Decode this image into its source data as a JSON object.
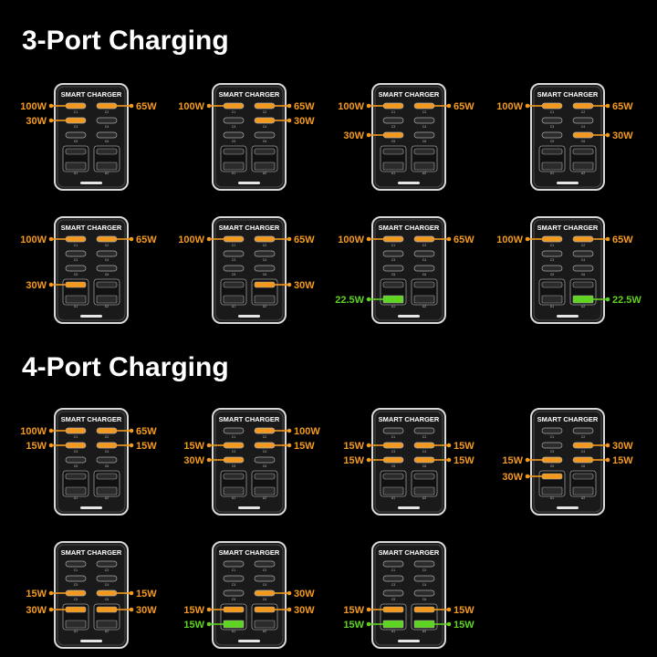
{
  "sections": [
    {
      "title": "3-Port Charging"
    },
    {
      "title": "4-Port Charging"
    }
  ],
  "device_label": "SMART CHARGER",
  "colors": {
    "background": "#000000",
    "title": "#ffffff",
    "usb_c": "#f39a1e",
    "usb_a": "#5fd321",
    "device_body": "#1a1a1a",
    "device_outline": "#d8d8d8"
  },
  "ports": [
    "C1",
    "C2",
    "C3",
    "C4",
    "C5",
    "C6",
    "A1",
    "A2"
  ],
  "configurations": [
    {
      "section": 0,
      "active": [
        {
          "port": "C1",
          "watts": "100W",
          "side": "left"
        },
        {
          "port": "C2",
          "watts": "65W",
          "side": "right"
        },
        {
          "port": "C3",
          "watts": "30W",
          "side": "left"
        }
      ]
    },
    {
      "section": 0,
      "active": [
        {
          "port": "C1",
          "watts": "100W",
          "side": "left"
        },
        {
          "port": "C2",
          "watts": "65W",
          "side": "right"
        },
        {
          "port": "C4",
          "watts": "30W",
          "side": "right"
        }
      ]
    },
    {
      "section": 0,
      "active": [
        {
          "port": "C1",
          "watts": "100W",
          "side": "left"
        },
        {
          "port": "C2",
          "watts": "65W",
          "side": "right"
        },
        {
          "port": "C5",
          "watts": "30W",
          "side": "left"
        }
      ]
    },
    {
      "section": 0,
      "active": [
        {
          "port": "C1",
          "watts": "100W",
          "side": "left"
        },
        {
          "port": "C2",
          "watts": "65W",
          "side": "right"
        },
        {
          "port": "C6",
          "watts": "30W",
          "side": "right"
        }
      ]
    },
    {
      "section": 0,
      "active": [
        {
          "port": "C1",
          "watts": "100W",
          "side": "left"
        },
        {
          "port": "C2",
          "watts": "65W",
          "side": "right"
        },
        {
          "port": "A1U",
          "watts": "30W",
          "side": "left"
        }
      ]
    },
    {
      "section": 0,
      "active": [
        {
          "port": "C1",
          "watts": "100W",
          "side": "left"
        },
        {
          "port": "C2",
          "watts": "65W",
          "side": "right"
        },
        {
          "port": "A2U",
          "watts": "30W",
          "side": "right"
        }
      ]
    },
    {
      "section": 0,
      "active": [
        {
          "port": "C1",
          "watts": "100W",
          "side": "left"
        },
        {
          "port": "C2",
          "watts": "65W",
          "side": "right"
        },
        {
          "port": "A1",
          "watts": "22.5W",
          "side": "left"
        }
      ]
    },
    {
      "section": 0,
      "active": [
        {
          "port": "C1",
          "watts": "100W",
          "side": "left"
        },
        {
          "port": "C2",
          "watts": "65W",
          "side": "right"
        },
        {
          "port": "A2",
          "watts": "22.5W",
          "side": "right"
        }
      ]
    },
    {
      "section": 1,
      "active": [
        {
          "port": "C1",
          "watts": "100W",
          "side": "left"
        },
        {
          "port": "C2",
          "watts": "65W",
          "side": "right"
        },
        {
          "port": "C3",
          "watts": "15W",
          "side": "left"
        },
        {
          "port": "C4",
          "watts": "15W",
          "side": "right"
        }
      ]
    },
    {
      "section": 1,
      "active": [
        {
          "port": "C2",
          "watts": "100W",
          "side": "right"
        },
        {
          "port": "C3",
          "watts": "15W",
          "side": "left"
        },
        {
          "port": "C4",
          "watts": "15W",
          "side": "right"
        },
        {
          "port": "C5",
          "watts": "30W",
          "side": "left"
        }
      ]
    },
    {
      "section": 1,
      "active": [
        {
          "port": "C3",
          "watts": "15W",
          "side": "left"
        },
        {
          "port": "C4",
          "watts": "15W",
          "side": "right"
        },
        {
          "port": "C5",
          "watts": "15W",
          "side": "left"
        },
        {
          "port": "C6",
          "watts": "15W",
          "side": "right"
        }
      ]
    },
    {
      "section": 1,
      "active": [
        {
          "port": "C4",
          "watts": "30W",
          "side": "right"
        },
        {
          "port": "C5",
          "watts": "15W",
          "side": "left"
        },
        {
          "port": "C6",
          "watts": "15W",
          "side": "right"
        },
        {
          "port": "A1U",
          "watts": "30W",
          "side": "left"
        }
      ]
    },
    {
      "section": 1,
      "active": [
        {
          "port": "C5",
          "watts": "15W",
          "side": "left"
        },
        {
          "port": "C6",
          "watts": "15W",
          "side": "right"
        },
        {
          "port": "A1U",
          "watts": "30W",
          "side": "left"
        },
        {
          "port": "A2U",
          "watts": "30W",
          "side": "right"
        }
      ]
    },
    {
      "section": 1,
      "active": [
        {
          "port": "C6",
          "watts": "30W",
          "side": "right"
        },
        {
          "port": "A1U",
          "watts": "15W",
          "side": "left"
        },
        {
          "port": "A2U",
          "watts": "30W",
          "side": "right"
        },
        {
          "port": "A1",
          "watts": "15W",
          "side": "left"
        }
      ]
    },
    {
      "section": 1,
      "active": [
        {
          "port": "A1U",
          "watts": "15W",
          "side": "left"
        },
        {
          "port": "A2U",
          "watts": "15W",
          "side": "right"
        },
        {
          "port": "A1",
          "watts": "15W",
          "side": "left"
        },
        {
          "port": "A2",
          "watts": "15W",
          "side": "right"
        }
      ]
    }
  ]
}
